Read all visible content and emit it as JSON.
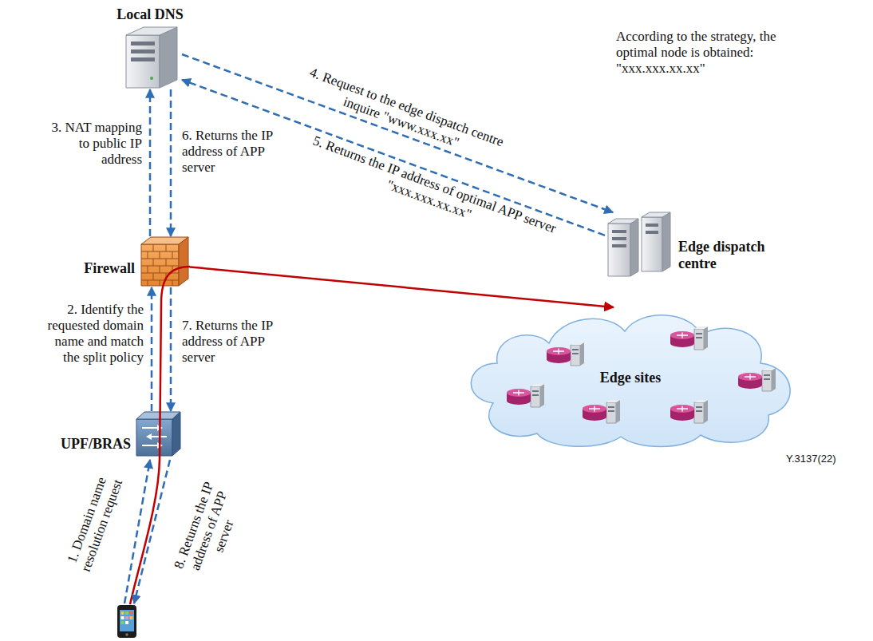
{
  "diagram": {
    "nodes": [
      {
        "text": [
          "Local DNS"
        ]
      },
      {
        "text": [
          "Firewall"
        ]
      },
      {
        "text": [
          "UPF/BRAS"
        ]
      },
      {
        "text": [
          "Edge dispatch centre"
        ]
      },
      {
        "text": [
          "Edge sites"
        ]
      }
    ],
    "edges": [
      {
        "from": 1,
        "to": 0,
        "arrow": "to",
        "label": "3. NAT mapping to public IP address"
      },
      {
        "from": 0,
        "to": 1,
        "arrow": "to",
        "label": "6. Returns the IP address of APP server"
      },
      {
        "from": 0,
        "to": 3,
        "arrow": "to",
        "label": "4. Request to the edge dispatch centre inquire \"www.xxx.xx\""
      },
      {
        "from": 3,
        "to": 0,
        "arrow": "to",
        "label": "5. Returns the IP address of optimal APP server \"xxx.xxx.xx.xx\""
      },
      {
        "from": 2,
        "to": 1,
        "arrow": "to",
        "label": "2. Identify the requested domain name and match the split policy"
      },
      {
        "from": 1,
        "to": 2,
        "arrow": "to",
        "label": "7. Returns the IP address of APP server"
      },
      {
        "from": 1,
        "to": 4,
        "arrow": "to"
      }
    ],
    "labels": [
      "1. Domain name resolution request",
      "8. Returns the IP address of APP server",
      "According to the strategy, the optimal node is obtained: \"xxx.xxx.xx.xx\"",
      "Y.3137(22)"
    ]
  }
}
